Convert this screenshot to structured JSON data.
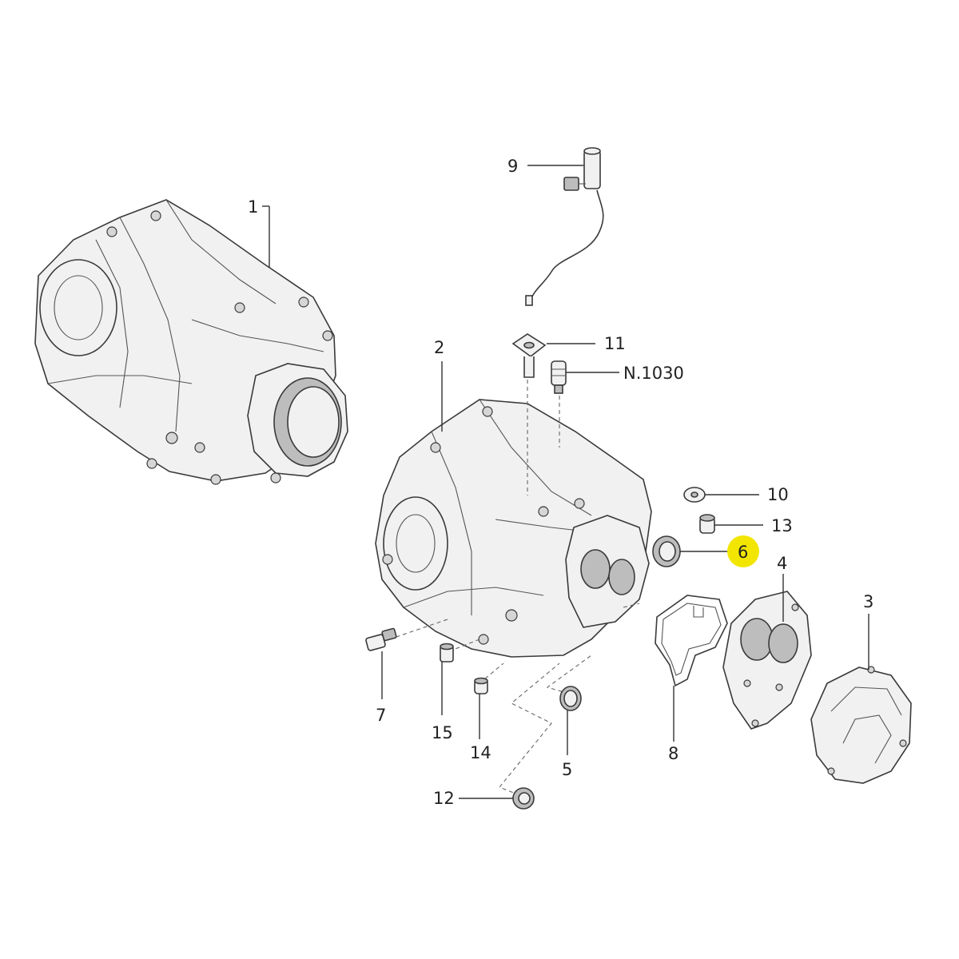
{
  "callouts": {
    "c1": "1",
    "c2": "2",
    "c3": "3",
    "c4": "4",
    "c5": "5",
    "c6": "6",
    "c7": "7",
    "c8": "8",
    "c9": "9",
    "c10": "10",
    "c11": "11",
    "c12": "12",
    "c13": "13",
    "c14": "14",
    "c15": "15",
    "n1030": "N.1030"
  },
  "colors": {
    "highlight": "#f2e600",
    "line": "#333333",
    "part_fill": "#f1f1f1",
    "background": "#ffffff"
  }
}
